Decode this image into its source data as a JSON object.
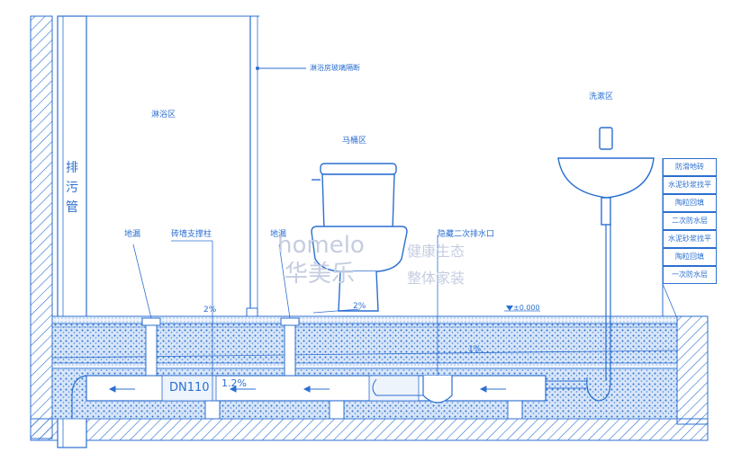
{
  "labels": {
    "shower_area": "淋浴区",
    "shower_screen": "淋浴房玻璃隔断",
    "toilet_area": "马桶区",
    "wash_area": "洗漱区",
    "drain_pipe": "排污管",
    "floor_drain_1": "地漏",
    "floor_drain_2": "地漏",
    "step_support": "砖墙支撑柱",
    "hidden_drain": "隐藏二次排水口",
    "pipe_size": "DN110",
    "slope_pipe": "1.2%",
    "slope_shower": "2%",
    "slope_toilet": "2%",
    "slope_mid": "1%",
    "elevation": "±0.000"
  },
  "legend": [
    "防滑地砖",
    "水泥砂浆找平",
    "陶粒回填",
    "二次防水层",
    "水泥砂浆找平",
    "陶粒回填",
    "一次防水层"
  ],
  "watermark": {
    "latin": "homelo",
    "cn_large": "华美乐",
    "cn_right_top": "健康生态",
    "cn_right_bottom": "整体家装"
  },
  "colors": {
    "line": "#2b6fd1",
    "fill": "#a9c6ef",
    "watermark": "#c6cde0"
  }
}
